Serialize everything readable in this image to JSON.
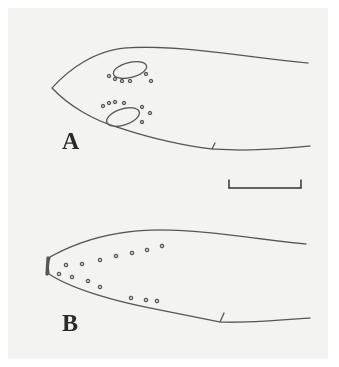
{
  "figure": {
    "panels": [
      {
        "label": "A",
        "view": "dorsal"
      },
      {
        "label": "B",
        "view": "ventral"
      }
    ],
    "colors": {
      "background": "#f3f3f1",
      "line": "#555555"
    }
  }
}
